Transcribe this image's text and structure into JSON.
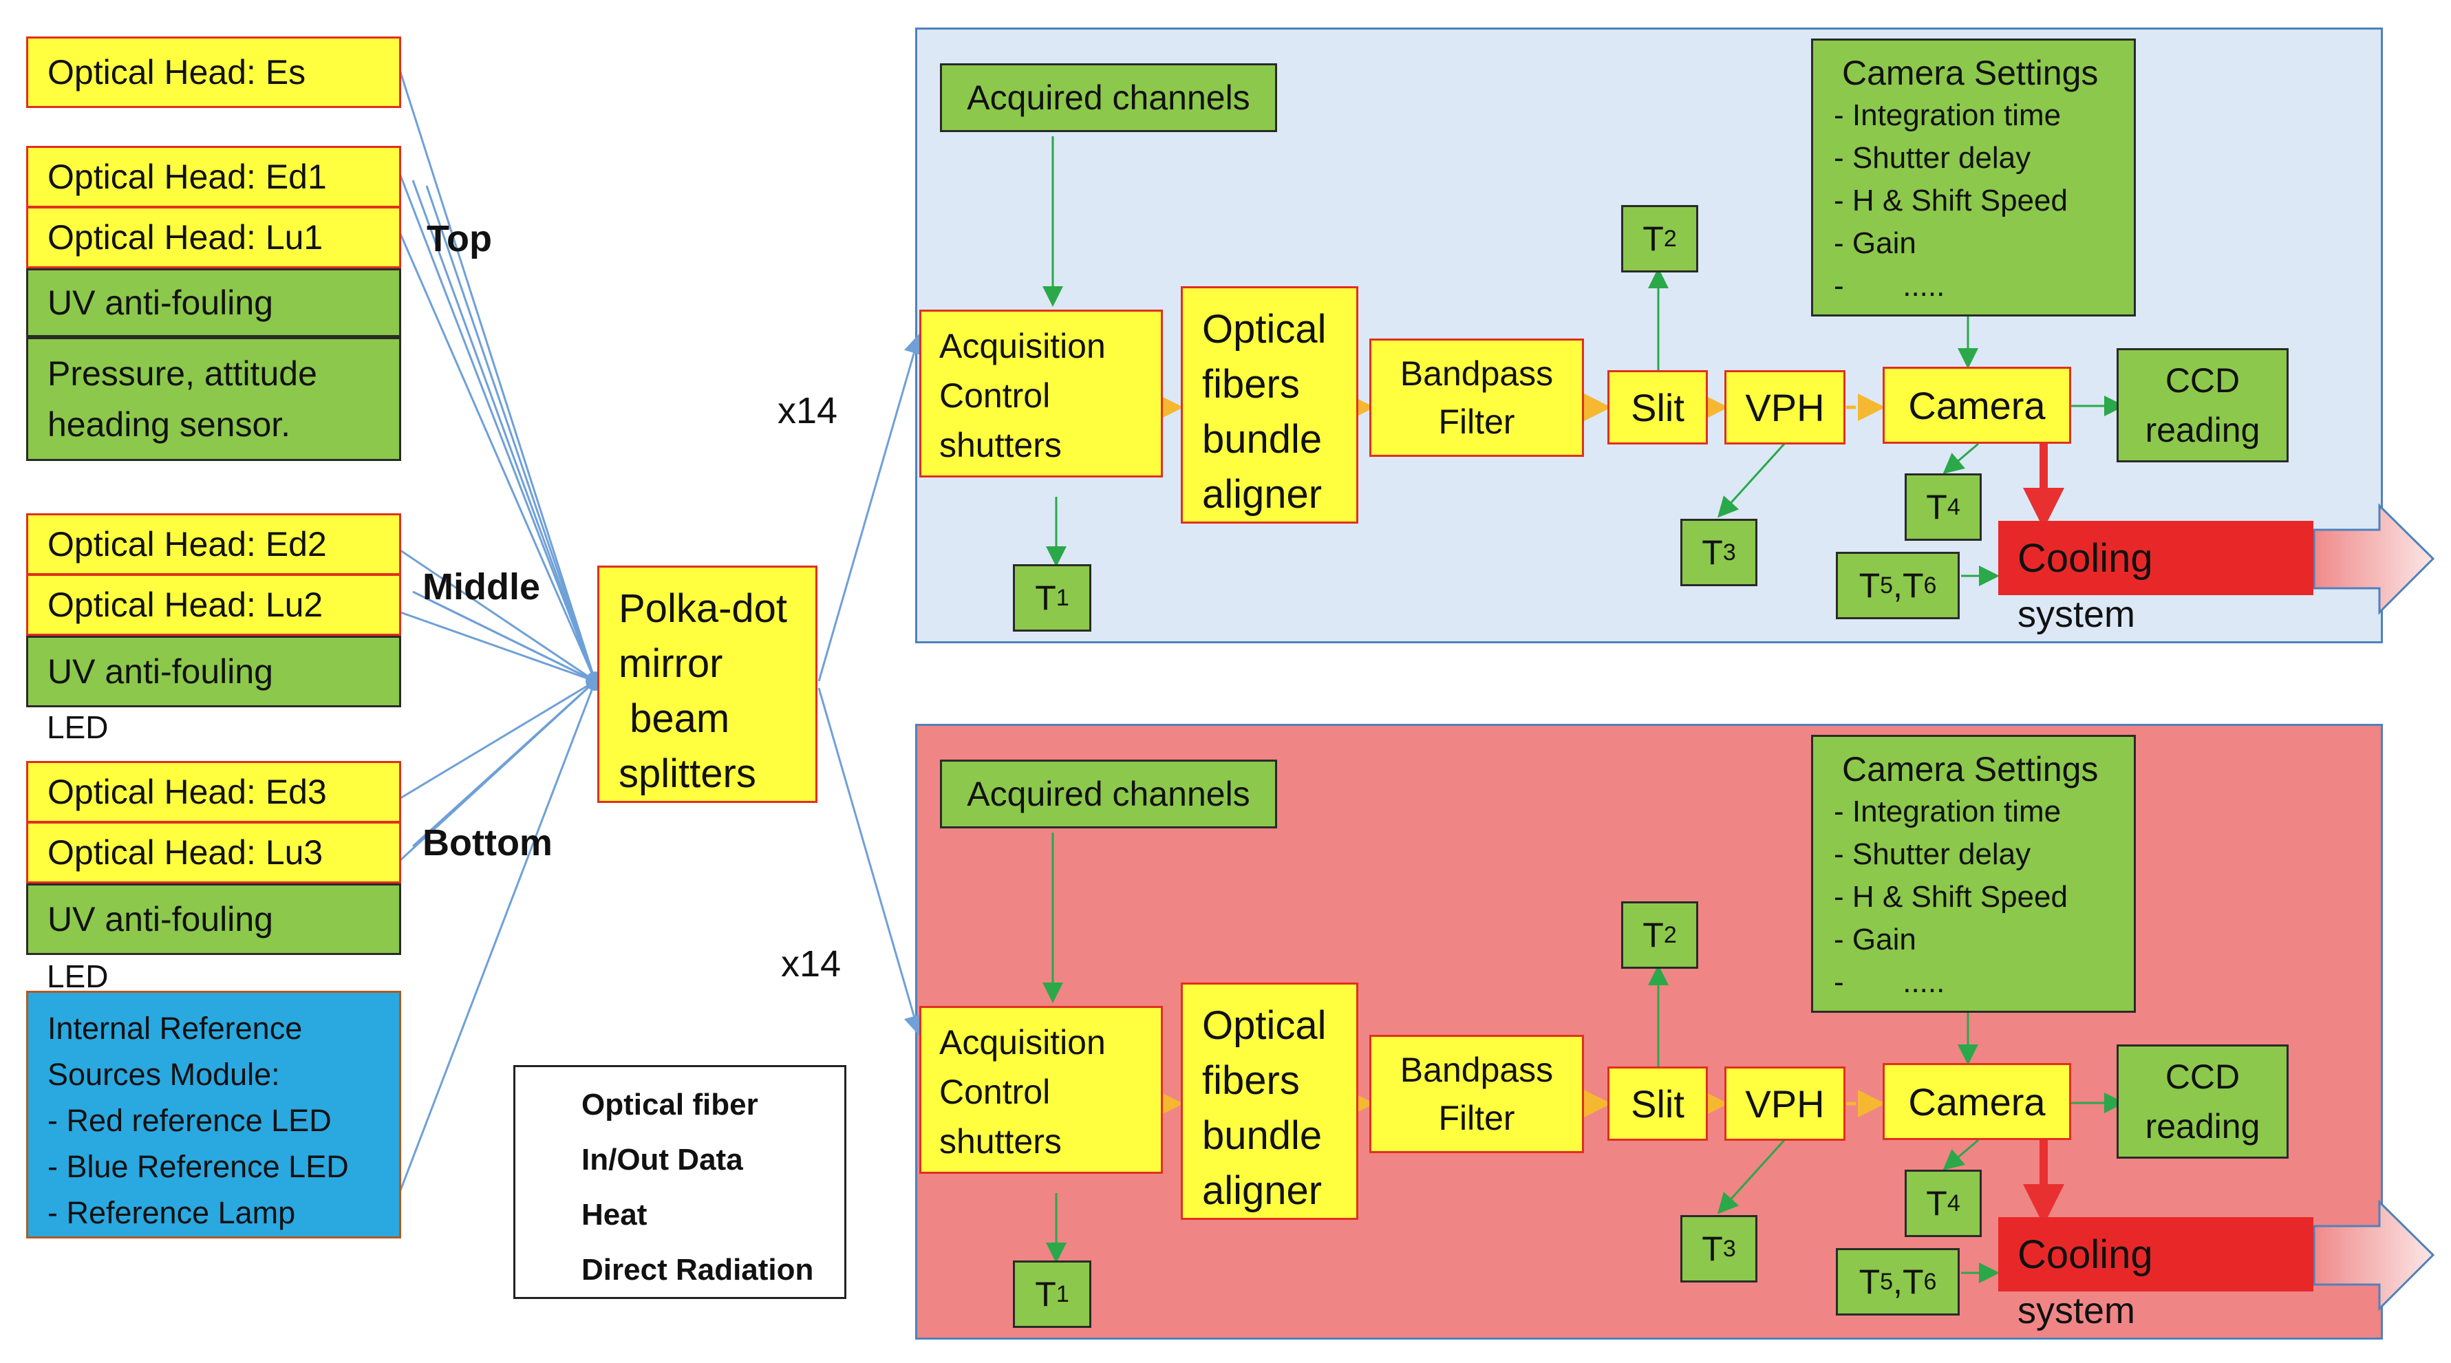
{
  "left": {
    "es": "Optical Head: Es",
    "top_group": [
      "Optical Head: Ed1",
      "Optical Head: Lu1"
    ],
    "top_green": [
      "UV anti-fouling",
      "Pressure, attitude\nheading sensor."
    ],
    "middle_group": [
      "Optical Head: Ed2",
      "Optical Head: Lu2"
    ],
    "middle_green": "UV anti-fouling",
    "middle_led": "LED",
    "bottom_group": [
      "Optical Head: Ed3",
      "Optical Head: Lu3"
    ],
    "bottom_green": "UV anti-fouling",
    "bottom_led": "LED",
    "internal_ref": [
      "Internal Reference",
      "Sources Module:",
      "- Red reference LED",
      "- Blue Reference LED",
      "- Reference Lamp"
    ]
  },
  "labels": {
    "top": "Top",
    "middle": "Middle",
    "bottom": "Bottom",
    "x14_top": "x14",
    "x14_bottom": "x14"
  },
  "splitter": "Polka-dot\nmirror\n beam\nsplitters",
  "legend": [
    {
      "label": "Optical fiber",
      "color": "#6fa0d8"
    },
    {
      "label": "In/Out Data",
      "color": "#2aa84a"
    },
    {
      "label": "Heat",
      "color": "#e83030"
    },
    {
      "label": "Direct Radiation",
      "color": "#f5b830"
    }
  ],
  "panels": [
    {
      "bg": "#dce8f5",
      "acquired": "Acquired channels",
      "camera_settings": [
        "Camera Settings",
        "- Integration time",
        "- Shutter delay",
        "- H & Shift Speed",
        "- Gain",
        "-       ....."
      ],
      "acq_control": "Acquisition\nControl\nshutters",
      "fibers": "Optical\nfibers\nbundle\naligner",
      "bandpass": "Bandpass\nFilter",
      "slit": "Slit",
      "vph": "VPH",
      "camera": "Camera",
      "ccd": "CCD\nreading",
      "cooling": "Cooling",
      "system": "system",
      "t1": "T",
      "t1_sub": "1",
      "t2": "T",
      "t2_sub": "2",
      "t3": "T",
      "t3_sub": "3",
      "t4": "T",
      "t4_sub": "4",
      "t56_a": "T",
      "t56_a_sub": "5",
      "t56_b": ",T",
      "t56_b_sub": "6"
    },
    {
      "bg": "#f08585",
      "acquired": "Acquired channels",
      "camera_settings": [
        "Camera Settings",
        "- Integration time",
        "- Shutter delay",
        "- H & Shift Speed",
        "- Gain",
        "-       ....."
      ],
      "acq_control": "Acquisition\nControl\nshutters",
      "fibers": "Optical\nfibers\nbundle\naligner",
      "bandpass": "Bandpass\nFilter",
      "slit": "Slit",
      "vph": "VPH",
      "camera": "Camera",
      "ccd": "CCD\nreading",
      "cooling": "Cooling",
      "system": "system",
      "t1": "T",
      "t1_sub": "1",
      "t2": "T",
      "t2_sub": "2",
      "t3": "T",
      "t3_sub": "3",
      "t4": "T",
      "t4_sub": "4",
      "t56_a": "T",
      "t56_a_sub": "5",
      "t56_b": ",T",
      "t56_b_sub": "6"
    }
  ]
}
